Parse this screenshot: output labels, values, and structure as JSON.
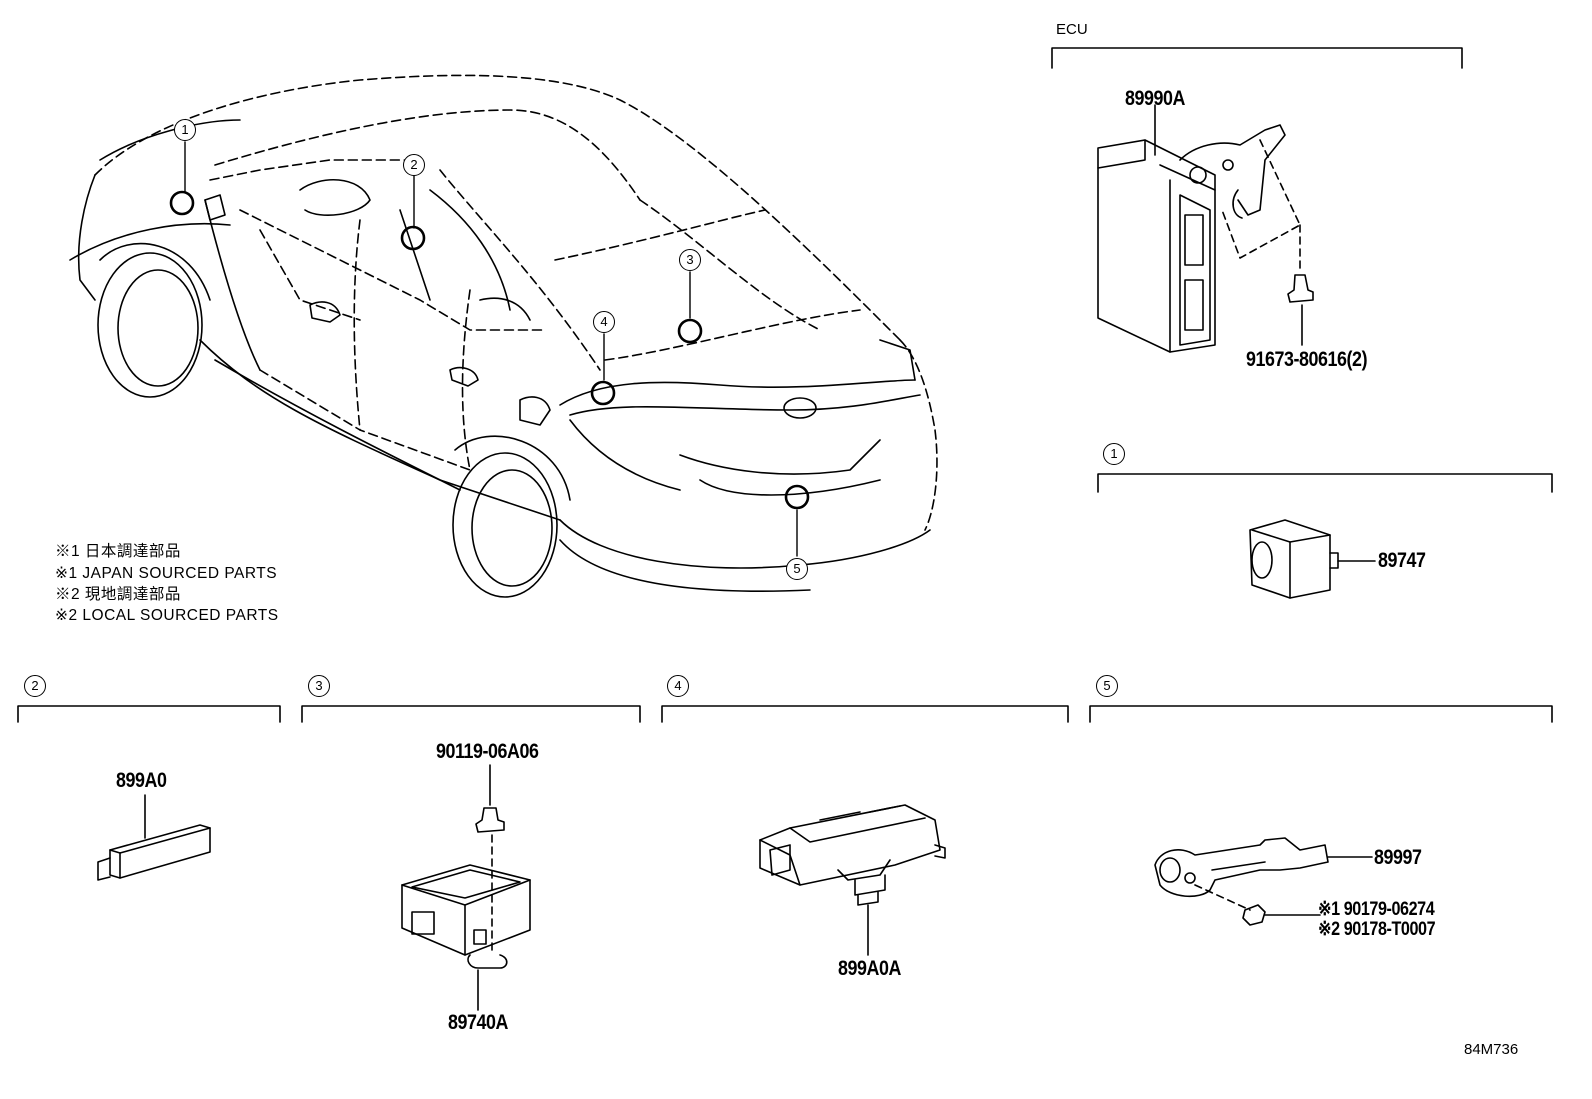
{
  "diagram": {
    "ecu_section_label": "ECU",
    "ecu_part": "89990A",
    "ecu_bolt": "91673-80616(2)",
    "section_1": {
      "number": "1",
      "part": "89747"
    },
    "section_2": {
      "number": "2",
      "part": "899A0"
    },
    "section_3": {
      "number": "3",
      "bolt": "90119-06A06",
      "part": "89740A"
    },
    "section_4": {
      "number": "4",
      "part": "899A0A"
    },
    "section_5": {
      "number": "5",
      "part": "89997",
      "nut_1": "※1 90179-06274",
      "nut_2": "※2 90178-T0007"
    },
    "car_callouts": [
      "1",
      "2",
      "3",
      "4",
      "5"
    ],
    "notes": [
      "※1 日本調達部品",
      "※1 JAPAN SOURCED PARTS",
      "※2 現地調達部品",
      "※2 LOCAL SOURCED PARTS"
    ],
    "diagram_code": "84M736"
  }
}
